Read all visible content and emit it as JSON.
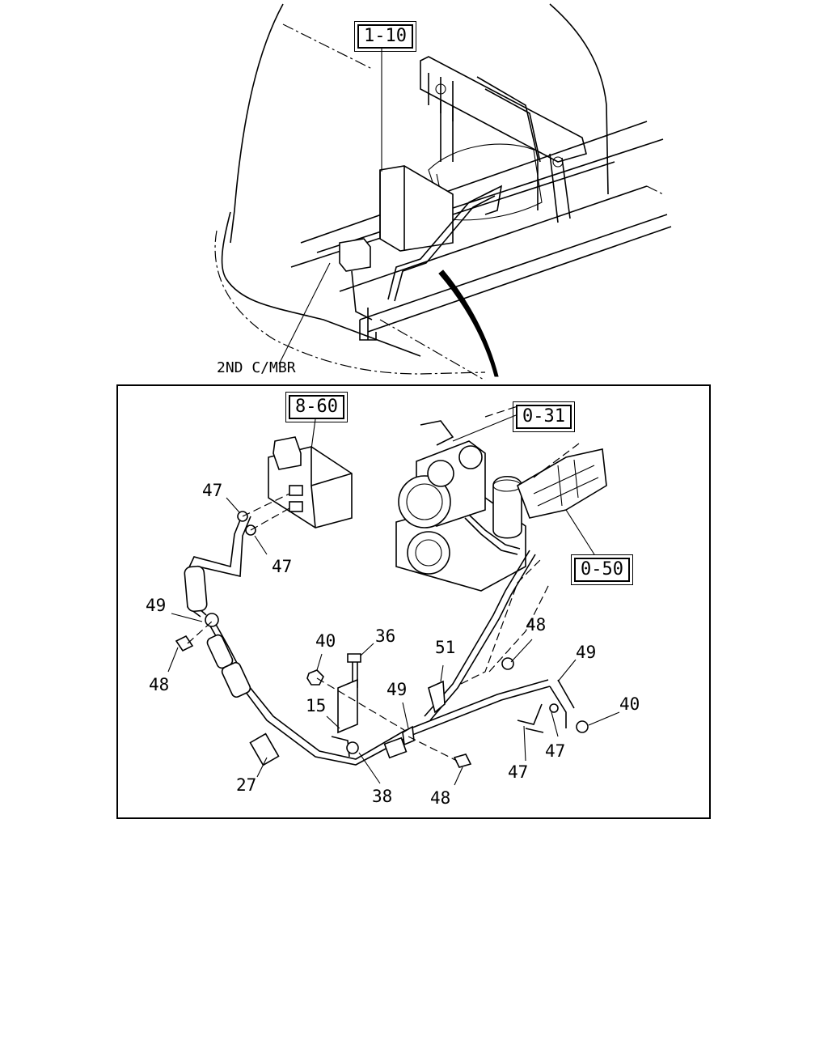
{
  "upper_view": {
    "ref_box": "1-10",
    "crossmember_label": "2ND C/MBR"
  },
  "detail_view": {
    "ref_boxes": [
      "8-60",
      "0-31",
      "0-50"
    ],
    "part_numbers": {
      "p47_a": "47",
      "p47_b": "47",
      "p49_left": "49",
      "p48_left": "48",
      "p40_left": "40",
      "p36": "36",
      "p51": "51",
      "p48_right_top": "48",
      "p49_right": "49",
      "p40_right": "40",
      "p15": "15",
      "p49_mid": "49",
      "p47_c": "47",
      "p47_d": "47",
      "p27": "27",
      "p38": "38",
      "p48_bottom": "48"
    }
  }
}
